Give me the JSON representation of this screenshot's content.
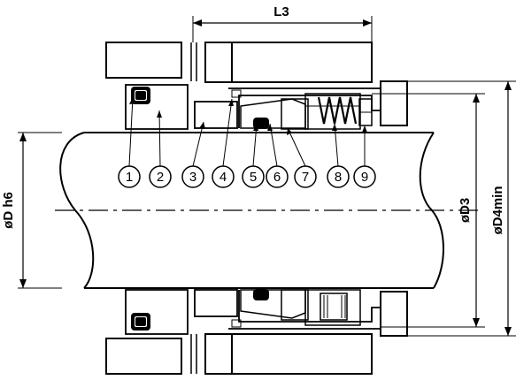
{
  "dimensions": {
    "length": "L3",
    "shaft_diameter": "øD h6",
    "diameter_d3": "øD3",
    "diameter_d4": "øD4min"
  },
  "callouts": [
    "1",
    "2",
    "3",
    "4",
    "5",
    "6",
    "7",
    "8",
    "9"
  ]
}
